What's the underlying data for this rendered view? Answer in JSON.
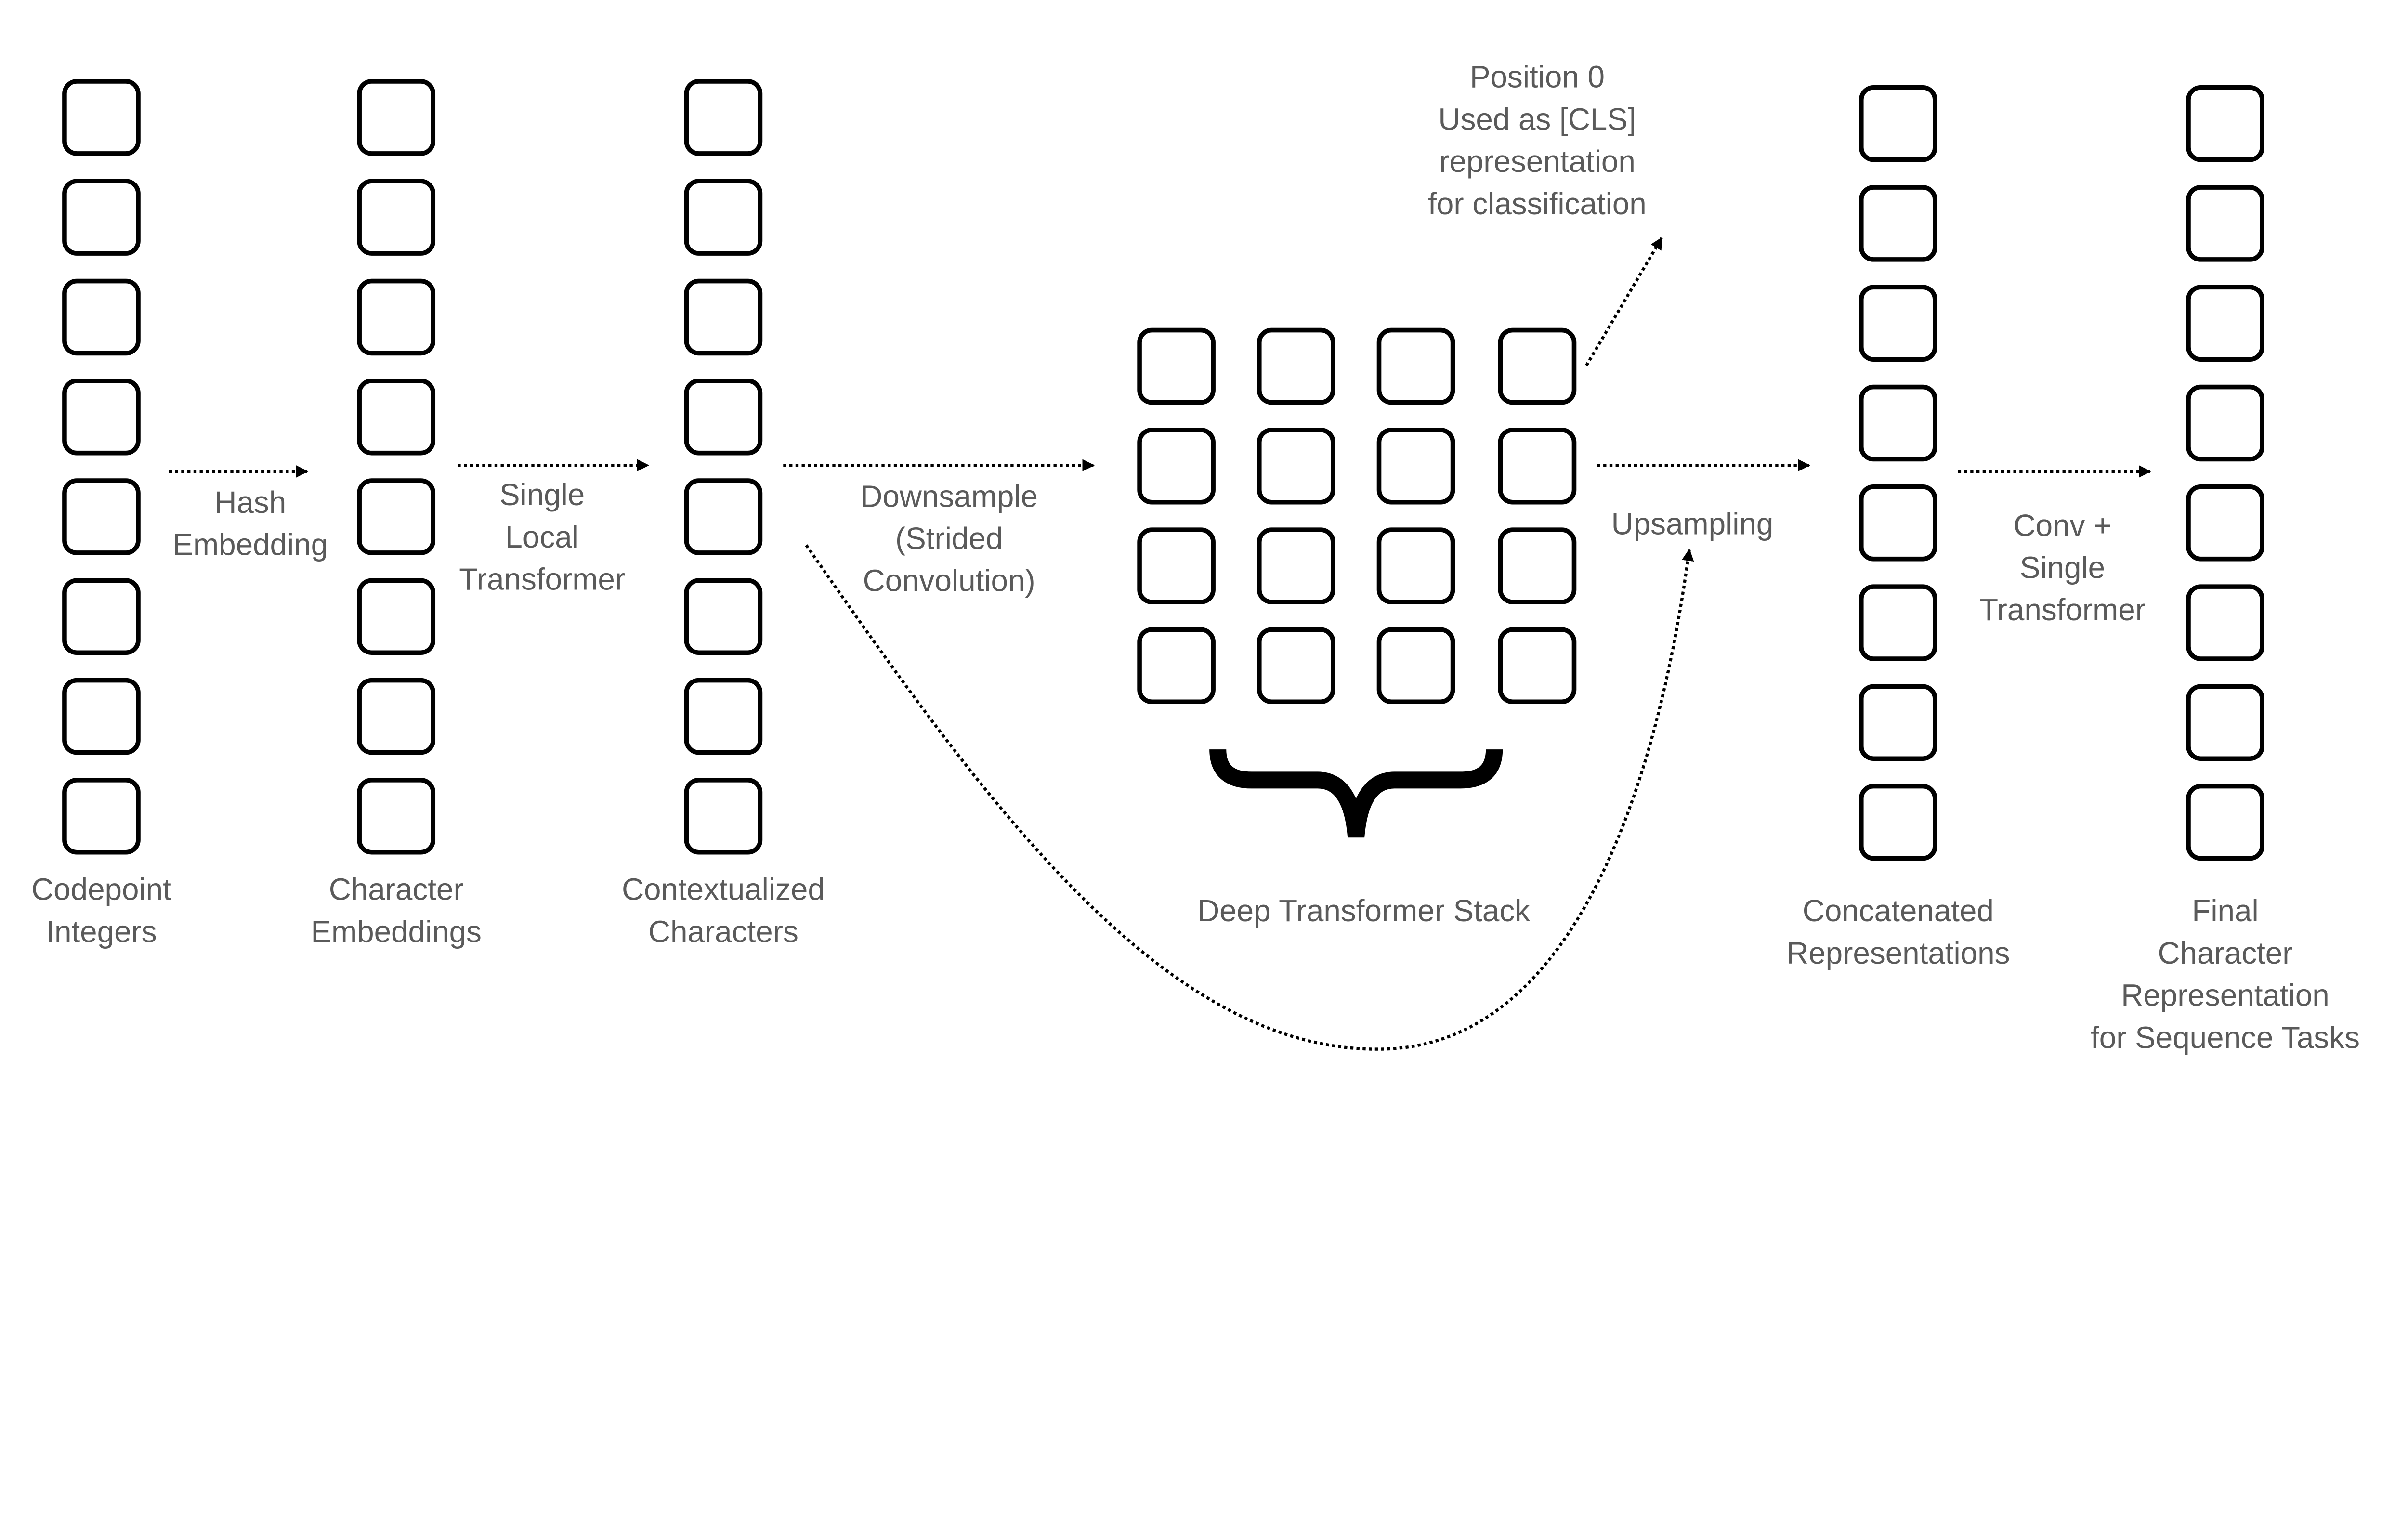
{
  "stages": {
    "codepoint": [
      "Codepoint",
      "Integers"
    ],
    "char_emb": [
      "Character",
      "Embeddings"
    ],
    "contextualized": [
      "Contextualized",
      "Characters"
    ],
    "deep_stack": [
      "Deep Transformer Stack"
    ],
    "concatenated": [
      "Concatenated",
      "Representations"
    ],
    "final": [
      "Final",
      "Character",
      "Representation",
      "for Sequence Tasks"
    ]
  },
  "operations": {
    "hash": [
      "Hash",
      "Embedding"
    ],
    "local": [
      "Single",
      "Local",
      "Transformer"
    ],
    "downsample": [
      "Downsample",
      "(Strided",
      "Convolution)"
    ],
    "upsampling": [
      "Upsampling"
    ],
    "conv": [
      "Conv +",
      "Single",
      "Transformer"
    ]
  },
  "cls_note": [
    "Position 0",
    "Used as [CLS]",
    "representation",
    "for classification"
  ]
}
